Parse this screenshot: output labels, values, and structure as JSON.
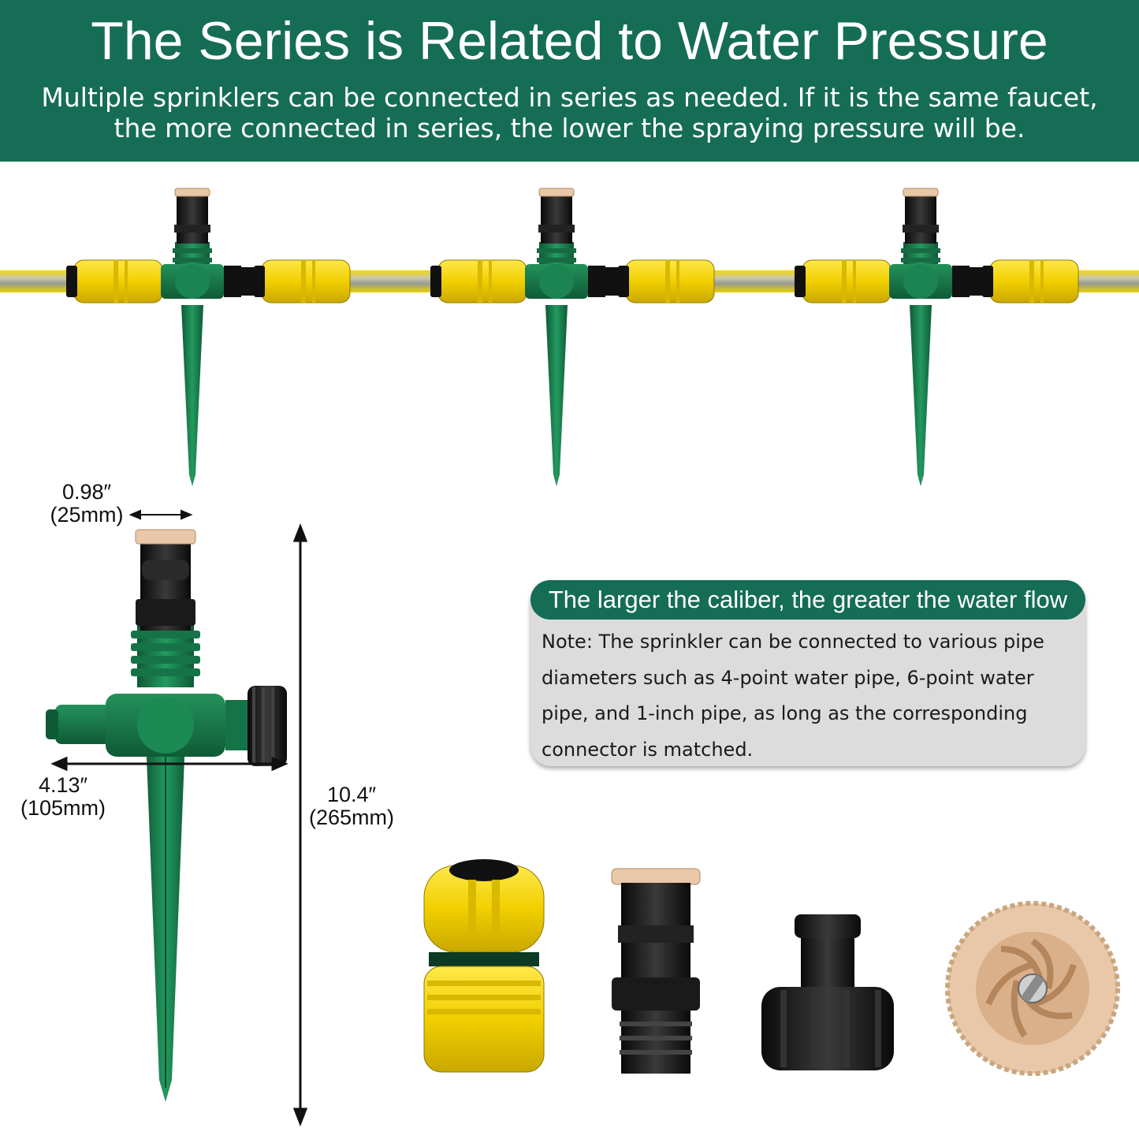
{
  "header": {
    "title": "The Series is Related to Water Pressure",
    "subtitle_line1": "Multiple sprinklers can be connected in series as needed. If it is the same faucet,",
    "subtitle_line2": "the more connected in series, the lower the spraying pressure will be."
  },
  "dimensions": {
    "nozzle_width_in": "0.98″",
    "nozzle_width_mm": "(25mm)",
    "body_width_in": "4.13″",
    "body_width_mm": "(105mm)",
    "height_in": "10.4″",
    "height_mm": "(265mm)"
  },
  "note": {
    "title": "The larger the caliber, the greater the water flow",
    "line1": "Note: The sprinkler can be connected to various pipe",
    "line2": "diameters such as 4-point water pipe, 6-point water",
    "line3": "pipe, and 1-inch pipe, as long as the corresponding",
    "line4": "connector is matched."
  },
  "colors": {
    "header_green": "#156d55",
    "sprinkler_green": "#1a7a4a",
    "connector_yellow": "#f2d21a",
    "note_background": "#dcdcdc",
    "nozzle_tan": "#e8c8a8"
  }
}
